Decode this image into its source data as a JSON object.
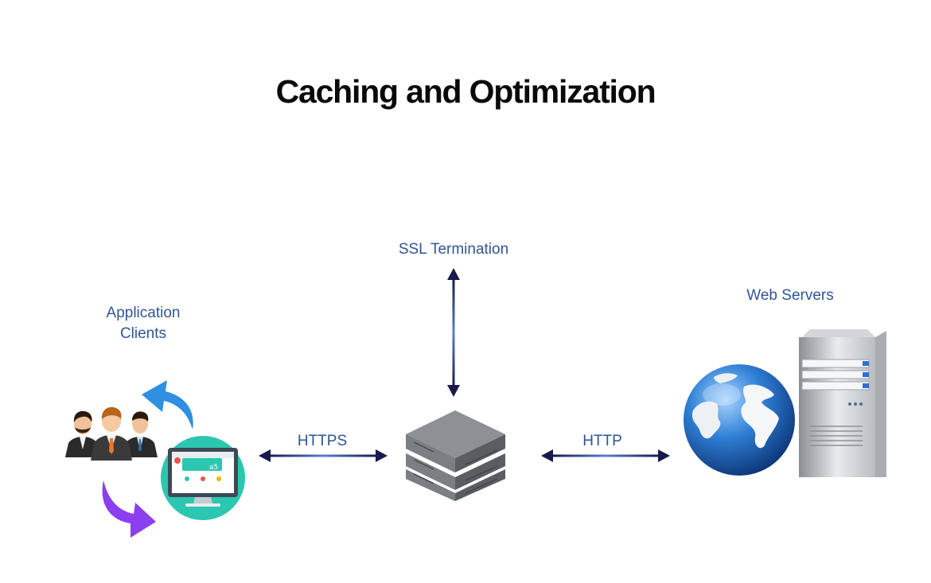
{
  "title": "Caching and Optimization",
  "labels": {
    "clients_line1": "Application",
    "clients_line2": "Clients",
    "ssl": "SSL Termination",
    "web_servers": "Web Servers",
    "https": "HTTPS",
    "http": "HTTP"
  },
  "colors": {
    "label": "#2f5597",
    "arrow_dark": "#1a1a4e",
    "arrow_light": "#5b7fd6",
    "blue_arrow": "#2f8fe0",
    "purple_arrow": "#8b3ff0",
    "monitor_circle": "#2cc7b0"
  },
  "icons": {
    "clients": "people-group-icon",
    "monitor": "monitor-icon",
    "load_balancer": "server-stack-icon",
    "globe": "globe-icon",
    "tower": "server-tower-icon"
  }
}
